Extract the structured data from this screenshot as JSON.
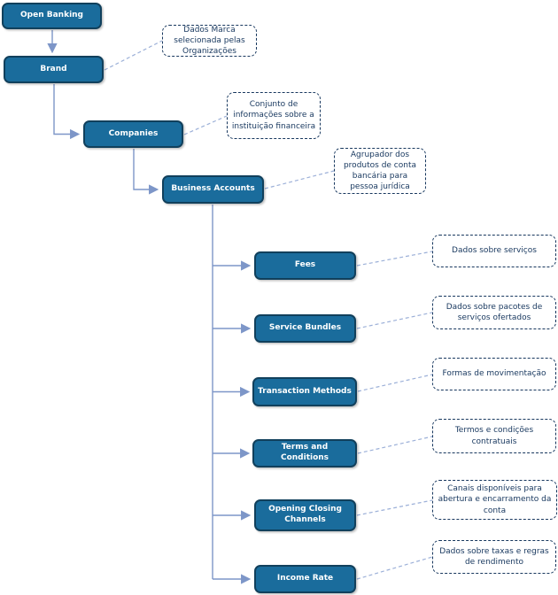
{
  "diagram": {
    "colors": {
      "node_fill": "#1a6c9c",
      "node_border": "#11405c",
      "node_text": "#ffffff",
      "connector": "#7d96c8",
      "tooltip_link": "#9cb0d8",
      "tooltip_border": "#17375e",
      "tooltip_text": "#17375e",
      "background": "#ffffff"
    },
    "nodes": {
      "open_banking": {
        "label": "Open Banking"
      },
      "brand": {
        "label": "Brand"
      },
      "companies": {
        "label": "Companies"
      },
      "business_accounts": {
        "label": "Business Accounts"
      },
      "fees": {
        "label": "Fees"
      },
      "service_bundles": {
        "label": "Service Bundles"
      },
      "transaction_methods": {
        "label": "Transaction Methods"
      },
      "terms_and_conditions": {
        "label": "Terms and Conditions"
      },
      "opening_closing_channels": {
        "label": "Opening Closing Channels"
      },
      "income_rate": {
        "label": "Income Rate"
      }
    },
    "tooltips": {
      "brand": {
        "text": "Dados Marca selecionada pelas Organizações"
      },
      "companies": {
        "text": "Conjunto de informações sobre a instituição financeira"
      },
      "business_accounts": {
        "text": "Agrupador dos produtos de conta bancária para pessoa jurídica"
      },
      "fees": {
        "text": "Dados sobre serviços"
      },
      "service_bundles": {
        "text": "Dados sobre pacotes de serviços ofertados"
      },
      "transaction_methods": {
        "text": "Formas de movimentação"
      },
      "terms_and_conditions": {
        "text": "Termos e condições contratuais"
      },
      "opening_closing_channels": {
        "text": "Canais disponíveis para abertura e encarramento da conta"
      },
      "income_rate": {
        "text": "Dados sobre taxas e regras de rendimento"
      }
    },
    "edges": [
      {
        "from": "open_banking",
        "to": "brand"
      },
      {
        "from": "brand",
        "to": "companies"
      },
      {
        "from": "companies",
        "to": "business_accounts"
      },
      {
        "from": "business_accounts",
        "to": "fees"
      },
      {
        "from": "business_accounts",
        "to": "service_bundles"
      },
      {
        "from": "business_accounts",
        "to": "transaction_methods"
      },
      {
        "from": "business_accounts",
        "to": "terms_and_conditions"
      },
      {
        "from": "business_accounts",
        "to": "opening_closing_channels"
      },
      {
        "from": "business_accounts",
        "to": "income_rate"
      }
    ]
  }
}
